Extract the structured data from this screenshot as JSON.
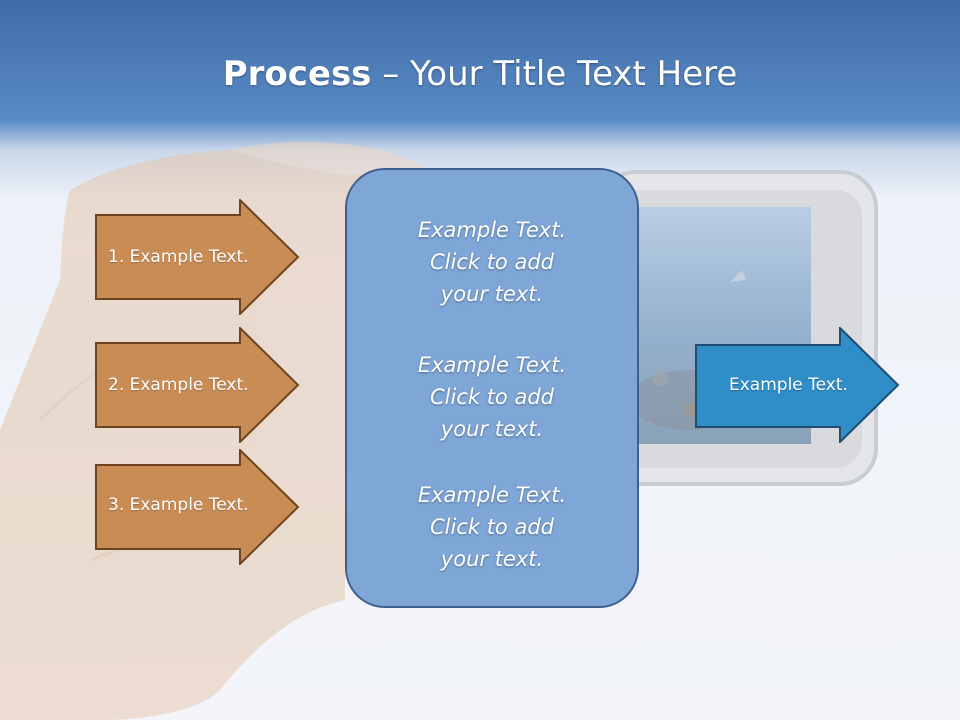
{
  "title": {
    "bold": "Process",
    "rest": " – Your Title Text Here"
  },
  "left_steps": [
    {
      "label": "1. Example Text."
    },
    {
      "label": "2. Example Text."
    },
    {
      "label": "3. Example Text."
    }
  ],
  "center_blocks": [
    {
      "line1": "Example Text.",
      "line2": "Click  to add",
      "line3": "your text."
    },
    {
      "line1": "Example Text.",
      "line2": "Click  to add",
      "line3": "your text."
    },
    {
      "line1": "Example Text.",
      "line2": "Click  to add",
      "line3": "your text."
    }
  ],
  "output": {
    "label": "Example Text."
  },
  "colors": {
    "step_fill": "#c98c55",
    "step_border": "#6e4320",
    "box_fill": "#7ea6d6",
    "box_border": "#3f5f8e",
    "output_fill": "#2f8ec8",
    "output_border": "#1f4d72",
    "header": "#3f6ca6"
  },
  "background": {
    "icons": [
      "hand-image",
      "camera-image"
    ]
  }
}
